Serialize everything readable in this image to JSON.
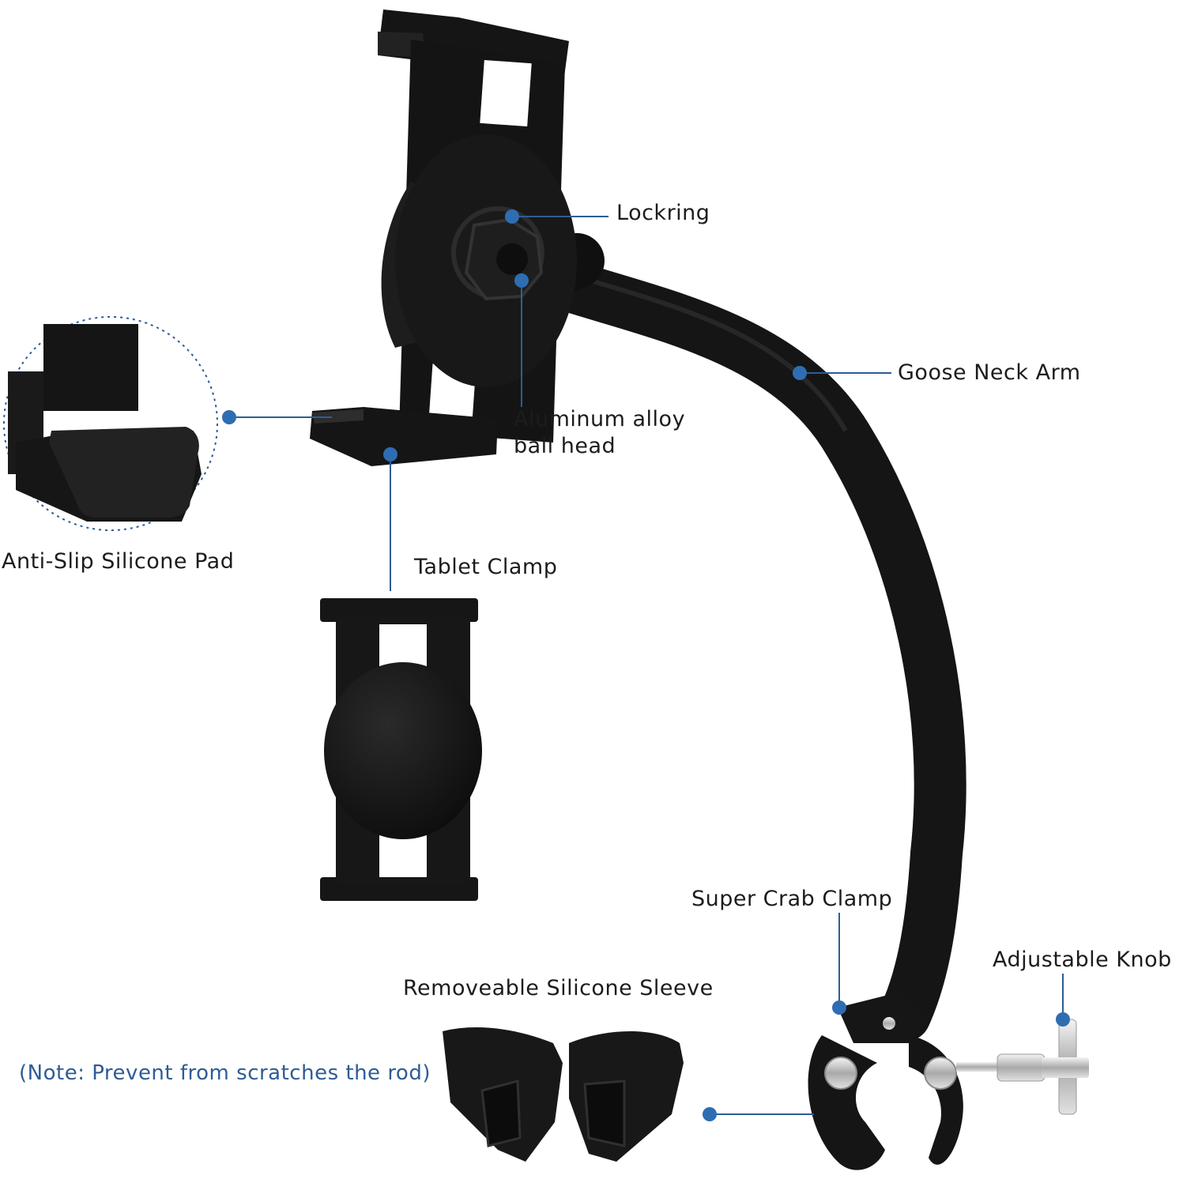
{
  "labels": {
    "lockring": "Lockring",
    "goose_neck_arm": "Goose Neck Arm",
    "ball_head_line1": "Aluminum alloy",
    "ball_head_line2": "ball head",
    "anti_slip_pad": "Anti-Slip Silicone  Pad",
    "tablet_clamp": "Tablet Clamp",
    "super_crab_clamp": "Super Crab Clamp",
    "adjustable_knob": "Adjustable  Knob",
    "silicone_sleeve": "Removeable Silicone Sleeve",
    "note": "(Note: Prevent from scratches the rod)"
  },
  "colors": {
    "callout_line": "#2e5c96",
    "callout_dot": "#2e6db2",
    "product": "#141414",
    "product_edge": "#2c2c2c",
    "metal": "#c9c9c9",
    "note_text": "#2e5c96"
  },
  "icons": [
    "tablet-holder-icon",
    "gooseneck-arm-icon",
    "crab-clamp-icon",
    "adjustable-knob-icon",
    "silicone-sleeve-icon",
    "silicone-pad-closeup-icon",
    "tablet-clamp-back-icon"
  ]
}
